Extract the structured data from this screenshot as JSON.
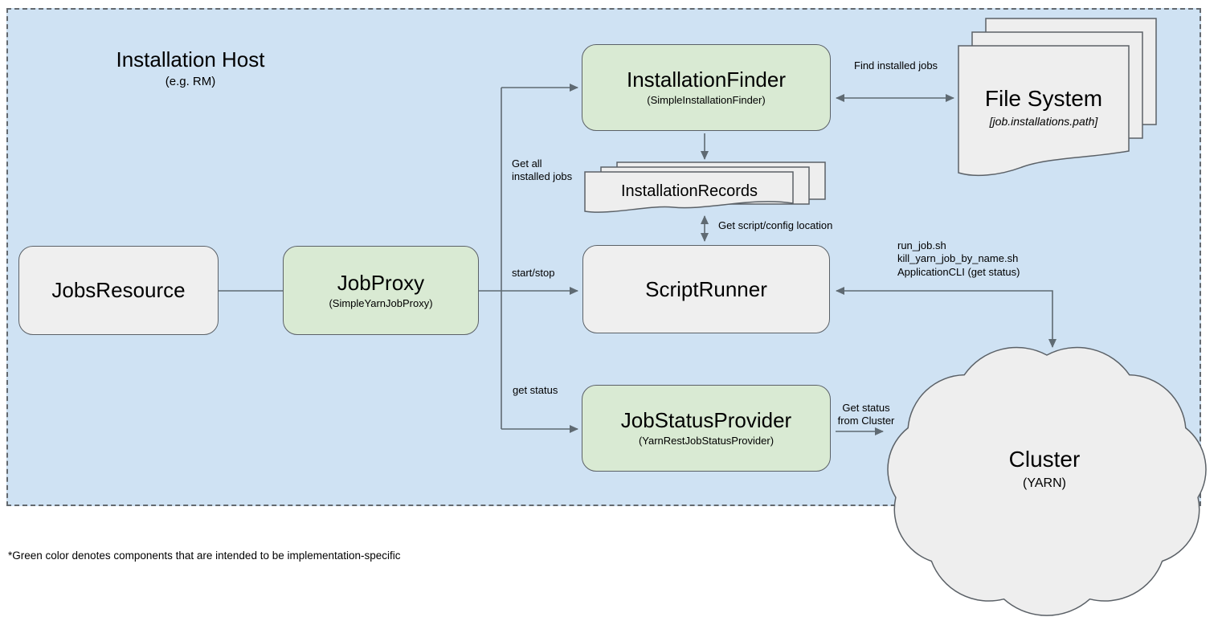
{
  "colors": {
    "container_fill": "#cfe2f3",
    "green_fill": "#d9ead3",
    "gray_fill": "#efefef",
    "shape_fill": "#eeeeee",
    "border": "#5b6167",
    "line": "#5f6a72",
    "dash_border": "#63696f",
    "text": "#000000"
  },
  "host": {
    "title": "Installation Host",
    "subtitle": "(e.g. RM)"
  },
  "nodes": {
    "jobs_resource": {
      "title": "JobsResource"
    },
    "job_proxy": {
      "title": "JobProxy",
      "subtitle": "(SimpleYarnJobProxy)"
    },
    "installation_finder": {
      "title": "InstallationFinder",
      "subtitle": "(SimpleInstallationFinder)"
    },
    "script_runner": {
      "title": "ScriptRunner"
    },
    "job_status_provider": {
      "title": "JobStatusProvider",
      "subtitle": "(YarnRestJobStatusProvider)"
    }
  },
  "shapes": {
    "file_system": {
      "title": "File System",
      "subtitle": "[job.installations.path]"
    },
    "installation_records": {
      "title": "InstallationRecords"
    },
    "cluster": {
      "title": "Cluster",
      "subtitle": "(YARN)"
    }
  },
  "edge_labels": {
    "find_installed_jobs": "Find installed jobs",
    "get_all_installed_jobs": "Get all\ninstalled jobs",
    "start_stop": "start/stop",
    "get_status": "get status",
    "get_script_config": "Get script/config location",
    "scripts": "run_job.sh\nkill_yarn_job_by_name.sh\nApplicationCLI (get status)",
    "get_status_from_cluster": "Get status\nfrom Cluster"
  },
  "note": "*Green color denotes components that are intended to be implementation-specific"
}
